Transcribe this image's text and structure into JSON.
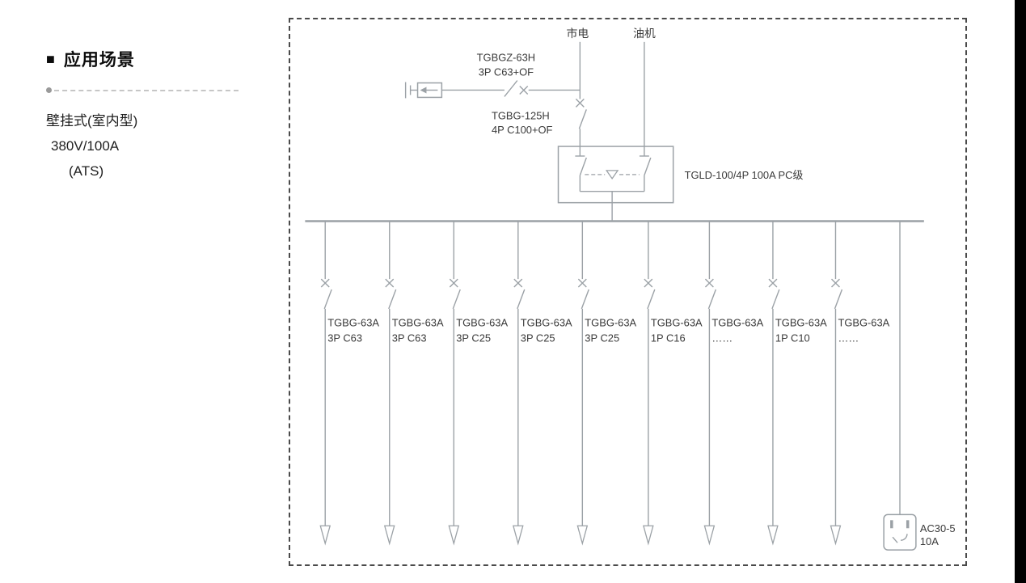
{
  "page": {
    "bg": "#ffffff",
    "line_color": "#9ba1a6",
    "text_color": "#3a3a3a",
    "frame_color": "#4a4a4a",
    "edge_bar_color": "#000000"
  },
  "sidebar": {
    "bullet": "■",
    "title": "应用场景",
    "lines": [
      "壁挂式(室内型)",
      "380V/100A",
      "(ATS)"
    ]
  },
  "diagram": {
    "source_mains": "市电",
    "source_generator": "油机",
    "spd": {
      "model": "TGBGZ-63H",
      "spec": "3P C63+OF"
    },
    "main_breaker": {
      "model": "TGBG-125H",
      "spec": "4P C100+OF"
    },
    "ats_label": "TGLD-100/4P 100A PC级",
    "feeders": [
      {
        "model": "TGBG-63A",
        "spec": "3P C63"
      },
      {
        "model": "TGBG-63A",
        "spec": "3P C63"
      },
      {
        "model": "TGBG-63A",
        "spec": "3P C25"
      },
      {
        "model": "TGBG-63A",
        "spec": "3P C25"
      },
      {
        "model": "TGBG-63A",
        "spec": "3P C25"
      },
      {
        "model": "TGBG-63A",
        "spec": "1P C16"
      },
      {
        "model": "TGBG-63A",
        "spec": "……"
      },
      {
        "model": "TGBG-63A",
        "spec": "1P C10"
      },
      {
        "model": "TGBG-63A",
        "spec": "……"
      }
    ],
    "socket": {
      "model": "AC30-5",
      "rating": "10A"
    }
  }
}
